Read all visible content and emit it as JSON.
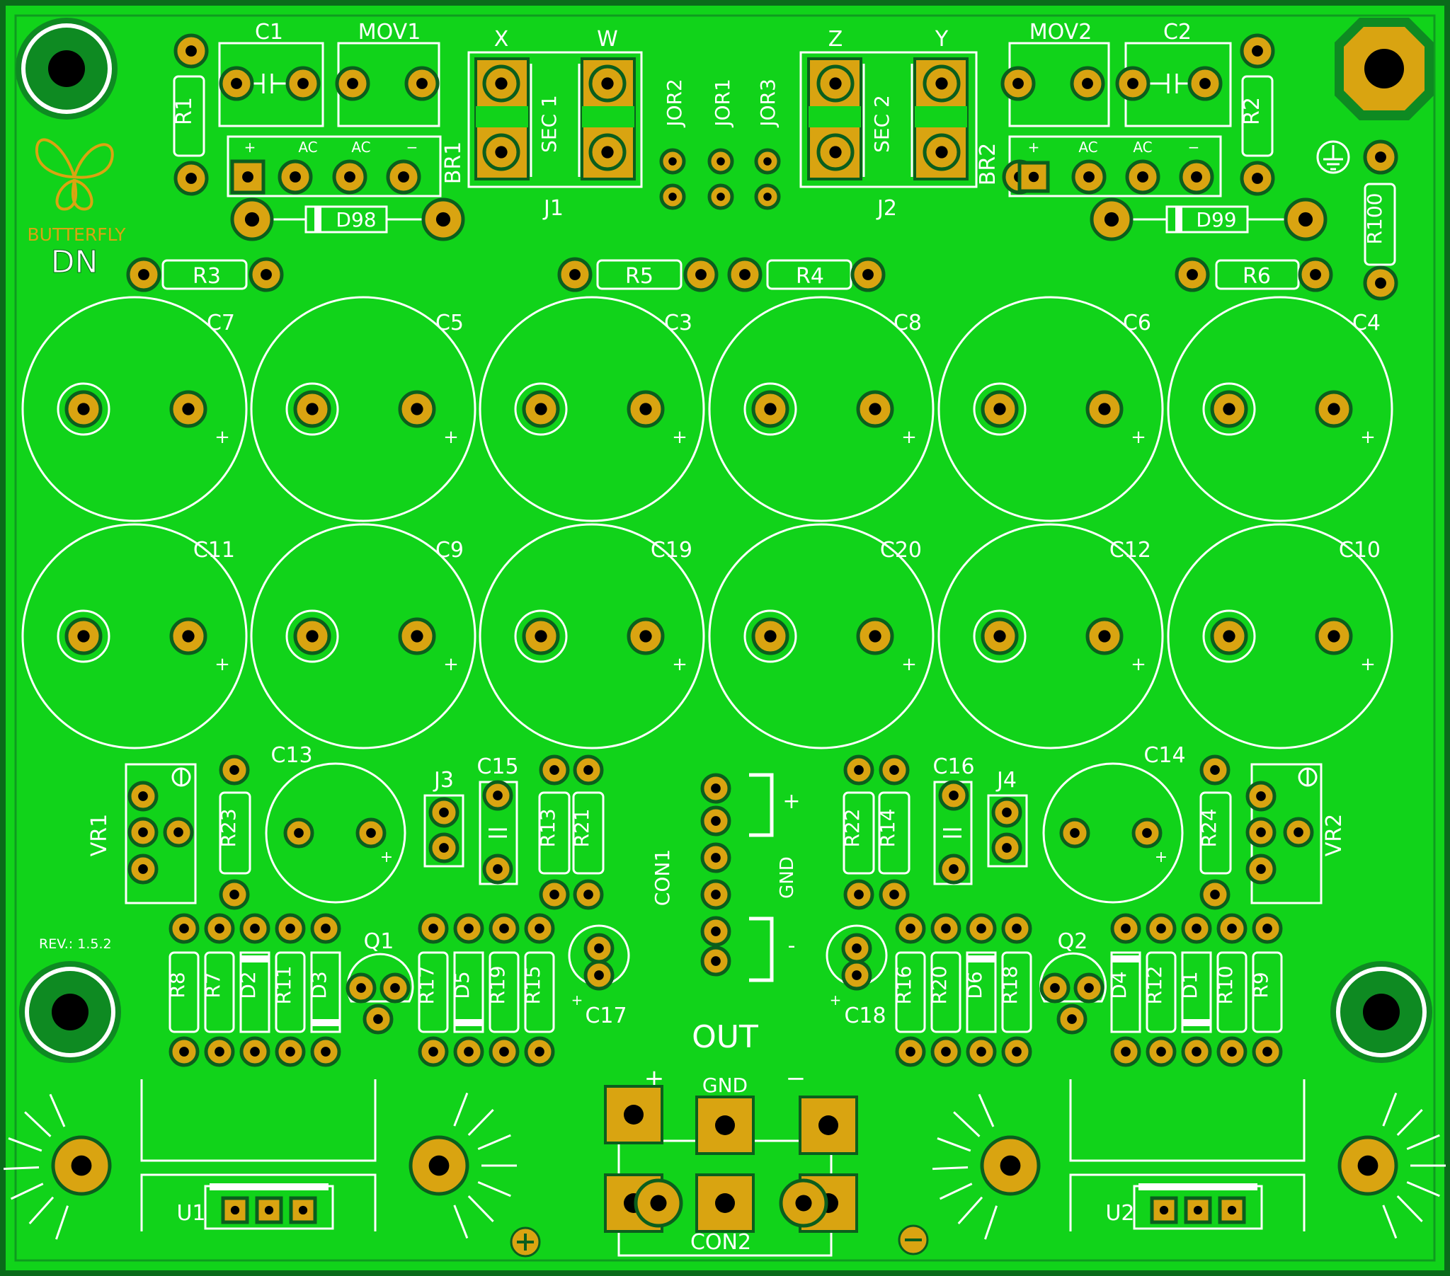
{
  "board": {
    "title": "BUTTERFLY",
    "subtitle": "DN",
    "revision": "REV.: 1.5.2",
    "out_label": "OUT"
  },
  "colors": {
    "board": "#11d31a",
    "edge": "#0a6b1a",
    "copper": "#d9a411",
    "silk": "#ffffff",
    "ring": "#1a8f2a"
  },
  "top": {
    "C1": "C1",
    "MOV1": "MOV1",
    "R1": "R1",
    "BR1": "BR1",
    "br_plus": "+",
    "br_ac": "AC",
    "br_minus": "−",
    "X": "X",
    "W": "W",
    "SEC1": "SEC 1",
    "J1": "J1",
    "JOR2": "JOR2",
    "JOR1": "JOR1",
    "JOR3": "JOR3",
    "Z": "Z",
    "Y": "Y",
    "SEC2": "SEC 2",
    "J2": "J2",
    "MOV2": "MOV2",
    "C2": "C2",
    "R2": "R2",
    "BR2": "BR2",
    "D98": "D98",
    "D99": "D99",
    "R100": "R100",
    "R3": "R3",
    "R5": "R5",
    "R4": "R4",
    "R6": "R6"
  },
  "big_caps": [
    {
      "label": "C7"
    },
    {
      "label": "C5"
    },
    {
      "label": "C3"
    },
    {
      "label": "C8"
    },
    {
      "label": "C6"
    },
    {
      "label": "C4"
    },
    {
      "label": "C11"
    },
    {
      "label": "C9"
    },
    {
      "label": "C19"
    },
    {
      "label": "C20"
    },
    {
      "label": "C12"
    },
    {
      "label": "C10"
    }
  ],
  "plus": "+",
  "mid": {
    "VR1": "VR1",
    "R23": "R23",
    "C13": "C13",
    "J3": "J3",
    "C15": "C15",
    "R13": "R13",
    "R21": "R21",
    "CON1": "CON1",
    "plus": "+",
    "GND": "GND",
    "minus": "-",
    "R22": "R22",
    "R14": "R14",
    "C16": "C16",
    "J4": "J4",
    "C14": "C14",
    "R24": "R24",
    "VR2": "VR2"
  },
  "bottom": {
    "R8": "R8",
    "R7": "R7",
    "D2": "D2",
    "R11": "R11",
    "D3": "D3",
    "Q1": "Q1",
    "R17": "R17",
    "D5": "D5",
    "R19": "R19",
    "R15": "R15",
    "C17": "C17",
    "C18": "C18",
    "R16": "R16",
    "R20": "R20",
    "D6": "D6",
    "R18": "R18",
    "Q2": "Q2",
    "D4": "D4",
    "R12": "R12",
    "D1": "D1",
    "R10": "R10",
    "R9": "R9",
    "U1": "U1",
    "U2": "U2",
    "CON2": "CON2",
    "plus": "+",
    "GND": "GND",
    "minus": "−"
  },
  "icons": [
    "butterfly-logo-icon",
    "ground-symbol-icon",
    "plus-circle-icon",
    "minus-circle-icon",
    "heatsink-icon"
  ]
}
